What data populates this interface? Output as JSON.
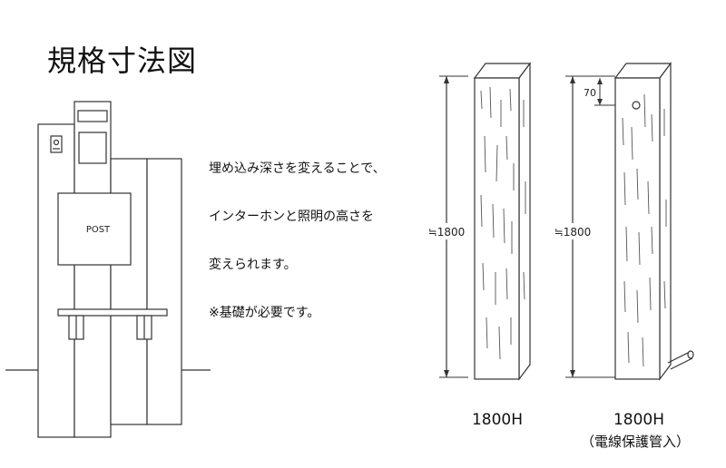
{
  "title": "規格寸法図",
  "notes": [
    "埋め込み深さを変えることで、",
    "インターホンと照明の高さを",
    "変えられます。",
    "※基礎が必要です。"
  ],
  "post_label": "POST",
  "posts": [
    {
      "height_label": "≒1800",
      "caption": "1800H",
      "subcaption": ""
    },
    {
      "height_label": "≒1800",
      "caption": "1800H",
      "subcaption": "（電線保護管入）",
      "top_offset_label": "70"
    }
  ]
}
